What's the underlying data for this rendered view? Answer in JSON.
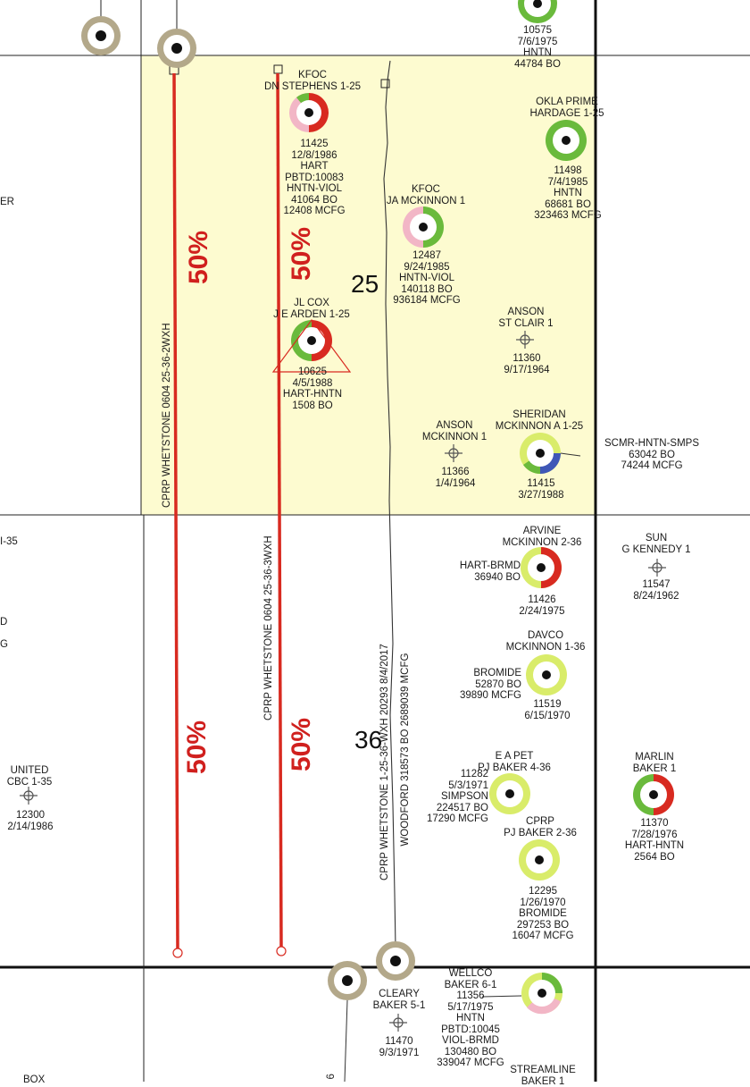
{
  "colors": {
    "section_highlight": "#fdfbd0",
    "lateral_red": "#d82a20",
    "oil_green": "#6aba3c",
    "gas_red": "#d82a20",
    "pink": "#f2b6c6",
    "yellow_green": "#d9ec6a",
    "blue": "#3f57b7",
    "tan_ring": "#b3a88a"
  },
  "sections": {
    "upper": "25",
    "lower": "36"
  },
  "laterals": {
    "a": {
      "label": "CPRP WHETSTONE 0604 25-36-2WXH",
      "pct_top": "50%",
      "pct_bottom": "50%"
    },
    "b": {
      "label": "CPRP WHETSTONE 0604 25-36-3WXH",
      "pct_top": "50%",
      "pct_bottom": "50%"
    },
    "c": {
      "line1": "CPRP WHETSTONE 1-25-36-WXH 20293 8/4/2017",
      "line2": "WOODFORD 318573 BO 2689039 MCFG"
    }
  },
  "edge_labels": {
    "left_top": "ER",
    "left_mid": "I-35",
    "left_d": "D",
    "left_g": "G",
    "bottom_left": "BOX",
    "bottom_six": "6"
  },
  "wells": {
    "top_right": [
      "10575",
      "7/6/1975",
      "HNTN",
      "44784 BO"
    ],
    "kfoc_stephens": [
      "KFOC",
      "DN STEPHENS 1-25"
    ],
    "kfoc_stephens_data": [
      "11425",
      "12/8/1986",
      "HART",
      "PBTD:10083",
      "HNTN-VIOL",
      "41064 BO",
      "12408 MCFG"
    ],
    "okla_prime": [
      "OKLA PRIME",
      "HARDAGE 1-25"
    ],
    "okla_prime_data": [
      "11498",
      "7/4/1985",
      "HNTN",
      "68681 BO",
      "323463 MCFG"
    ],
    "kfoc_mckinnon": [
      "KFOC",
      "JA MCKINNON 1"
    ],
    "kfoc_mckinnon_data": [
      "12487",
      "9/24/1985",
      "HNTN-VIOL",
      "140118 BO",
      "936184 MCFG"
    ],
    "jl_cox": [
      "JL COX",
      "J E ARDEN 1-25"
    ],
    "jl_cox_data": [
      "10625",
      "4/5/1988",
      "HART-HNTN",
      "1508 BO"
    ],
    "anson_stclair": [
      "ANSON",
      "ST CLAIR 1"
    ],
    "anson_stclair_data": [
      "11360",
      "9/17/1964"
    ],
    "anson_mckinnon": [
      "ANSON",
      "MCKINNON 1"
    ],
    "anson_mckinnon_data": [
      "11366",
      "1/4/1964"
    ],
    "sheridan": [
      "SHERIDAN",
      "MCKINNON A 1-25"
    ],
    "sheridan_data": [
      "11415",
      "3/27/1988"
    ],
    "sheridan_prod": [
      "SCMR-HNTN-SMPS",
      "63042 BO",
      "74244 MCFG"
    ],
    "arvine": [
      "ARVINE",
      "MCKINNON 2-36"
    ],
    "arvine_prod": [
      "HART-BRMD",
      "36940 BO"
    ],
    "arvine_data": [
      "11426",
      "2/24/1975"
    ],
    "sun_kennedy": [
      "SUN",
      "G KENNEDY 1"
    ],
    "sun_kennedy_data": [
      "11547",
      "8/24/1962"
    ],
    "davco": [
      "DAVCO",
      "MCKINNON 1-36"
    ],
    "davco_prod": [
      "BROMIDE",
      "52870 BO",
      "39890 MCFG"
    ],
    "davco_data": [
      "11519",
      "6/15/1970"
    ],
    "united_cbc": [
      "UNITED",
      "CBC 1-35"
    ],
    "united_cbc_data": [
      "12300",
      "2/14/1986"
    ],
    "eapet": [
      "E A PET",
      "PJ BAKER 4-36"
    ],
    "eapet_prod": [
      "11282",
      "5/3/1971",
      "SIMPSON",
      "224517 BO",
      "17290 MCFG"
    ],
    "marlin": [
      "MARLIN",
      "BAKER 1"
    ],
    "marlin_data": [
      "11370",
      "7/28/1976",
      "HART-HNTN",
      "2564 BO"
    ],
    "cprp_baker": [
      "CPRP",
      "PJ BAKER 2-36"
    ],
    "cprp_baker_data": [
      "12295",
      "1/26/1970",
      "BROMIDE",
      "297253 BO",
      "16047 MCFG"
    ],
    "wellco": [
      "WELLCO",
      "BAKER 6-1",
      "11356",
      "5/17/1975",
      "HNTN",
      "PBTD:10045",
      "VIOL-BRMD",
      "130480 BO",
      "339047 MCFG"
    ],
    "cleary": [
      "CLEARY",
      "BAKER 5-1"
    ],
    "cleary_data": [
      "11470",
      "9/3/1971"
    ],
    "streamline": [
      "STREAMLINE",
      "BAKER 1"
    ]
  }
}
